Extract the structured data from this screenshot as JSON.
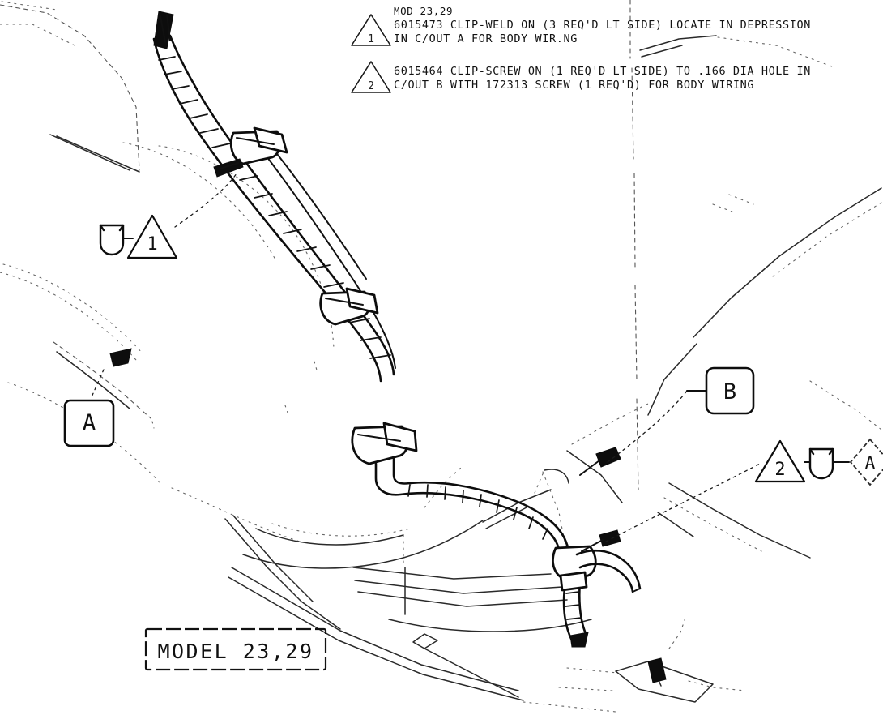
{
  "drawing": {
    "type": "automotive-wiring-harness-installation",
    "title_block": {
      "label": "MODEL 23,29"
    },
    "notes": {
      "header": "MOD 23,29",
      "items": [
        {
          "symbol": "triangle",
          "number": "1",
          "lines": [
            "6015473 CLIP-WELD ON (3 REQ'D LT SIDE) LOCATE IN DEPRESSION",
            "IN C/OUT A FOR BODY WIR.NG"
          ]
        },
        {
          "symbol": "triangle",
          "number": "2",
          "lines": [
            "6015464 CLIP-SCREW ON (1 REQ'D LT SIDE) TO .166 DIA HOLE IN",
            "C/OUT B WITH 172313 SCREW (1 REQ'D) FOR BODY WIRING"
          ]
        }
      ]
    },
    "callouts": {
      "cutout_a": {
        "label": "A",
        "shape": "rounded-square"
      },
      "cutout_b": {
        "label": "B",
        "shape": "rounded-square"
      },
      "clip_weld": {
        "label": "1",
        "shape": "triangle"
      },
      "clip_screw": {
        "label": "2",
        "shape": "triangle"
      },
      "detail_a": {
        "label": "A",
        "shape": "diamond"
      }
    },
    "colors": {
      "ink": "#0d0d0d",
      "faint_ink": "#555555",
      "paper": "#ffffff"
    }
  }
}
